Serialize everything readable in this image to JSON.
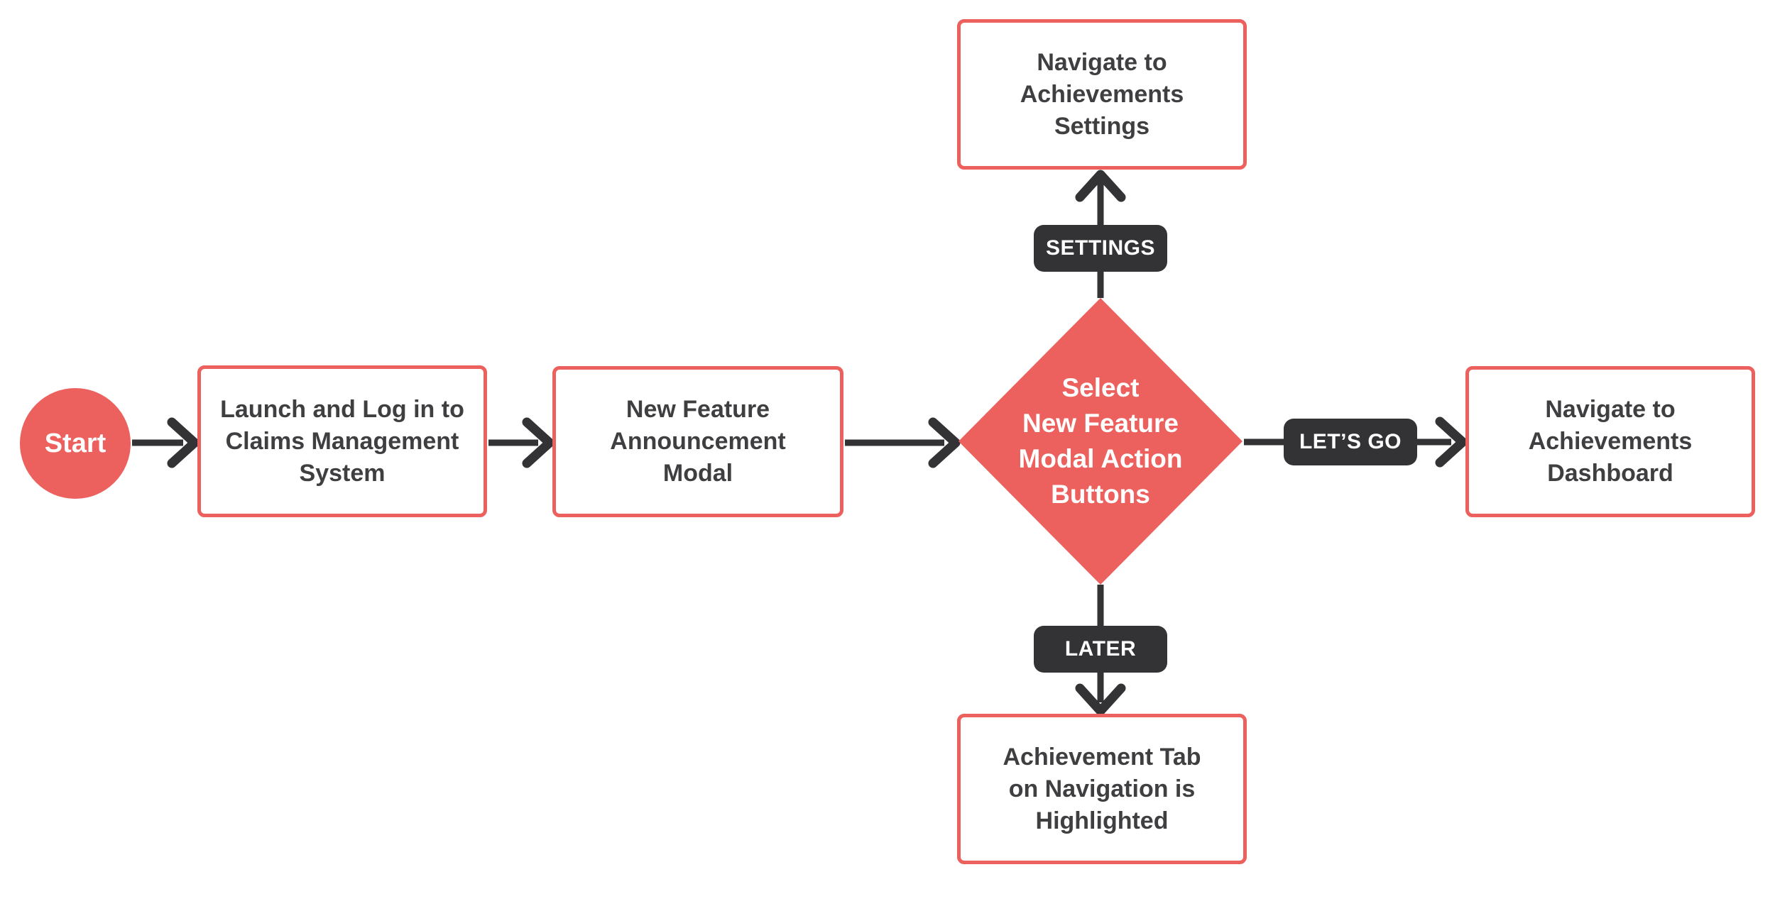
{
  "theme": {
    "background": "#FFFFFF",
    "coral": "#EC615D",
    "dark": "#333336",
    "box_text": "#3F3F42",
    "badge_text": "#FFFFFF"
  },
  "flowchart": {
    "start": {
      "label": "Start"
    },
    "boxes": {
      "launch": {
        "lines": [
          "Launch and Log in to",
          "Claims Management",
          "System"
        ]
      },
      "modal": {
        "lines": [
          "New Feature",
          "Announcement",
          "Modal"
        ]
      },
      "settings_nav": {
        "lines": [
          "Navigate to",
          "Achievements",
          "Settings"
        ]
      },
      "dashboard_nav": {
        "lines": [
          "Navigate to",
          "Achievements",
          "Dashboard"
        ]
      },
      "later_result": {
        "lines": [
          "Achievement Tab",
          "on Navigation is",
          "Highlighted"
        ]
      }
    },
    "decision": {
      "lines": [
        "Select",
        "New Feature",
        "Modal Action",
        "Buttons"
      ]
    },
    "edge_labels": {
      "settings": "SETTINGS",
      "lets_go": "LET’S GO",
      "later": "LATER"
    }
  }
}
